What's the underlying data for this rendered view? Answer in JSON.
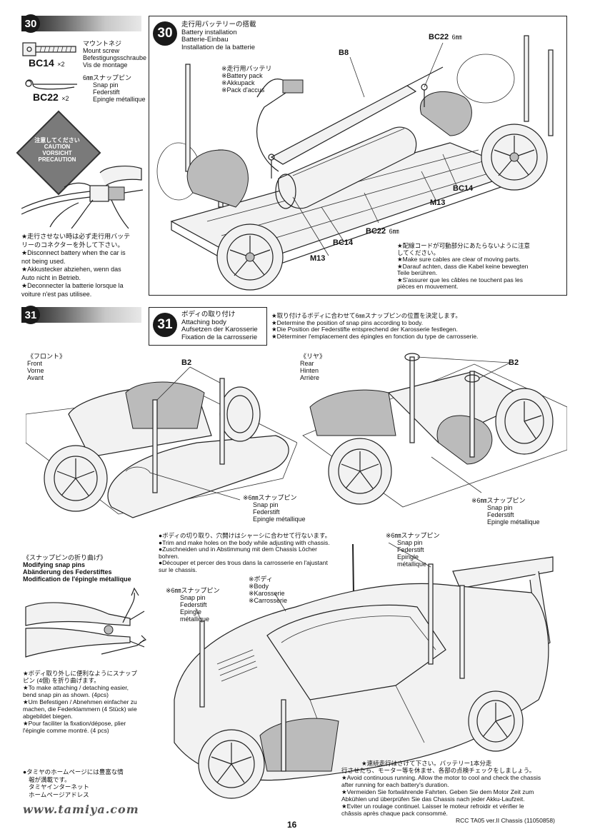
{
  "sidebar30": {
    "step": "30",
    "bc14": {
      "jp": "マウントネジ",
      "en": "Mount screw",
      "de": "Befestigungsschraube",
      "fr": "Vis de montage",
      "code": "BC14",
      "qty": "×2"
    },
    "bc22": {
      "jp": "6㎜スナップピン",
      "en": "Snap pin",
      "de": "Federstift",
      "fr": "Epingle métallique",
      "code": "BC22",
      "qty": "×2"
    },
    "caution": [
      "注意してください",
      "CAUTION",
      "VORSICHT",
      "PRECAUTION"
    ],
    "note": [
      "★走行させない時は必ず走行用バッテ",
      "リーのコネクターを外して下さい。",
      "★Disconnect battery when the car is",
      "not being used.",
      "★Akkustecker abziehen, wenn das",
      "Auto nicht in Betrieb.",
      "★Deconnecter la batterie lorsque la",
      "voiture n'est pas utilisee."
    ]
  },
  "step30": {
    "number": "30",
    "title": [
      "走行用バッテリーの搭載",
      "Battery installation",
      "Batterie-Einbau",
      "Installation de la batterie"
    ],
    "battery": [
      "※走行用バッテリ",
      "※Battery pack",
      "※Akkupack",
      "※Pack d'accus"
    ],
    "labels": {
      "bc22_top": "BC22",
      "bc22_top_sub": "6㎜",
      "b8": "B8",
      "bc14_right": "BC14",
      "m13_right": "M13",
      "bc22_bottom": "BC22",
      "bc22_bottom_sub": "6㎜",
      "bc14_bottom": "BC14",
      "m13_left": "M13"
    },
    "note": [
      "★配線コードが可動部分にあたらないように注意",
      "してください。",
      "★Make sure cables are clear of moving parts.",
      "★Darauf achten, dass die Kabel keine bewegten",
      "Teile berühren.",
      "★S'assurer que les câbles ne touchent pas les",
      "pièces en mouvement."
    ]
  },
  "sidebar31": {
    "step": "31"
  },
  "step31": {
    "number": "31",
    "title": [
      "ボディの取り付け",
      "Attaching body",
      "Aufsetzen der Karosserie",
      "Fixation de la carrosserie"
    ],
    "note": [
      "★取り付けるボディに合わせて6㎜スナップピンの位置を決定します。",
      "★Determine the position of snap pins according to body.",
      "★Die Position der Federstifte entsprechend der Karosserie festlegen.",
      "★Déterminer l'emplacement des épingles en fonction du type de carrosserie."
    ],
    "front": [
      "《フロント》",
      "Front",
      "Vorne",
      "Avant"
    ],
    "rear": [
      "《リヤ》",
      "Rear",
      "Hinten",
      "Arrière"
    ],
    "b2_front": "B2",
    "b2_rear": "B2",
    "pin_front": [
      "※6㎜スナップピン",
      "Snap pin",
      "Federstift",
      "Epingle métallique"
    ],
    "pin_rear": [
      "※6㎜スナップピン",
      "Snap pin",
      "Federstift",
      "Epingle métallique"
    ],
    "trim": [
      "●ボディの切り取り、穴開けはシャーシに合わせて行ないます。",
      "●Trim and make holes on the body while adjusting with chassis.",
      "●Zuschneiden und in Abstimmung mit dem Chassis Löcher",
      "bohren.",
      "●Découper et percer des trous dans la carrosserie en l'ajustant",
      "sur le chassis."
    ],
    "pin_top": [
      "※6㎜スナップピン",
      "Snap pin",
      "Federstift",
      "Epingle",
      "métallique"
    ],
    "pin_left": [
      "※6㎜スナップピン",
      "Snap pin",
      "Federstift",
      "Epingle",
      "métallique"
    ],
    "body": [
      "※ボディ",
      "※Body",
      "※Karosserie",
      "※Carrosserie"
    ],
    "modify_title": [
      "《スナップピンの折り曲げ》",
      "Modifying snap pins",
      "Abänderung des Federstiftes",
      "Modification de l'épingle métallique"
    ],
    "modify_note": [
      "★ボディ取り外しに便利なようにスナップ",
      "ピン (4個) を折り曲げます。",
      "★To make attaching / detaching easier,",
      "bend snap pin as shown. (4pcs)",
      "★Um Befestigen / Abnehmen einfacher zu",
      "machen, die Federklammern (4 Stück) wie",
      "abgebildet biegen.",
      "★Pour faciliter la fixation/dépose, plier",
      "l'épingle comme montré. (4 pcs)"
    ],
    "web": [
      "●タミヤのホームページには豊富な情",
      "報が満載です。",
      "タミヤインターネット",
      "ホームページアドレス"
    ],
    "web_url": "www.tamiya.com",
    "running": [
      "★連続走行はさけて下さい。バッテリー1本分走",
      "行させたら、モーター等を休ませ、各部の点検チェックをしましょう。",
      "★Avoid continuous running. Allow the motor to cool and check the chassis",
      "after running for each battery's duration.",
      "★Vermeiden Sie fortwährende Fahrten. Geben Sie dem Motor Zeit zum",
      "Abkühlen und überprüfen Sie das Chassis nach jeder Akku-Laufzeit.",
      "★Eviter un roulage continuel. Laisser le moteur refroidir et vérifier le",
      "châssis après chaque pack consommé."
    ]
  },
  "footer": {
    "page": "16",
    "doc": "RCC TA05 ver.II Chassis (11050858)"
  }
}
